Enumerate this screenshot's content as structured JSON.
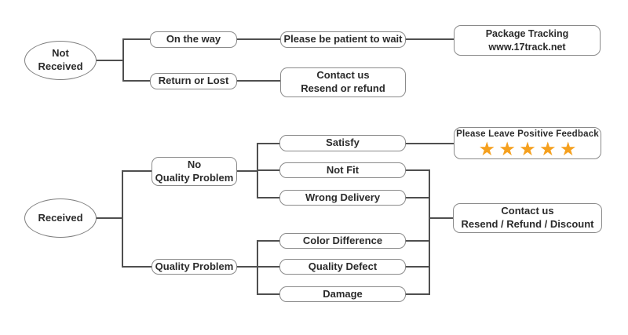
{
  "diagram": {
    "background": "#ffffff",
    "colors": {
      "box_border": "#8a8a8a",
      "connector_line": "#4f4f4f",
      "text": "#2b2b2b",
      "star_orange": "#F5A01E"
    },
    "not_received_branch": {
      "start": {
        "label": "Not\nReceived"
      },
      "on_the_way": {
        "label": "On the way"
      },
      "please_wait": {
        "label": "Please be patient to wait"
      },
      "package_tracking": {
        "label": "Package Tracking\nwww.17track.net"
      },
      "return_or_lost": {
        "label": "Return or Lost"
      },
      "contact_resend_refund": {
        "label": "Contact us\nResend or refund"
      }
    },
    "received_branch": {
      "start": {
        "label": "Received"
      },
      "no_quality_problem": {
        "label": "No\nQuality Problem"
      },
      "satisfy": {
        "label": "Satisfy"
      },
      "not_fit": {
        "label": "Not Fit"
      },
      "wrong_delivery": {
        "label": "Wrong Delivery"
      },
      "quality_problem": {
        "label": "Quality Problem"
      },
      "color_difference": {
        "label": "Color Difference"
      },
      "quality_defect": {
        "label": "Quality Defect"
      },
      "damage": {
        "label": "Damage"
      },
      "feedback": {
        "label": "Please Leave Positive Feedback",
        "stars": "★★★★★",
        "star_count": 5
      },
      "contact_discount": {
        "label": "Contact us\nResend / Refund / Discount"
      }
    }
  }
}
